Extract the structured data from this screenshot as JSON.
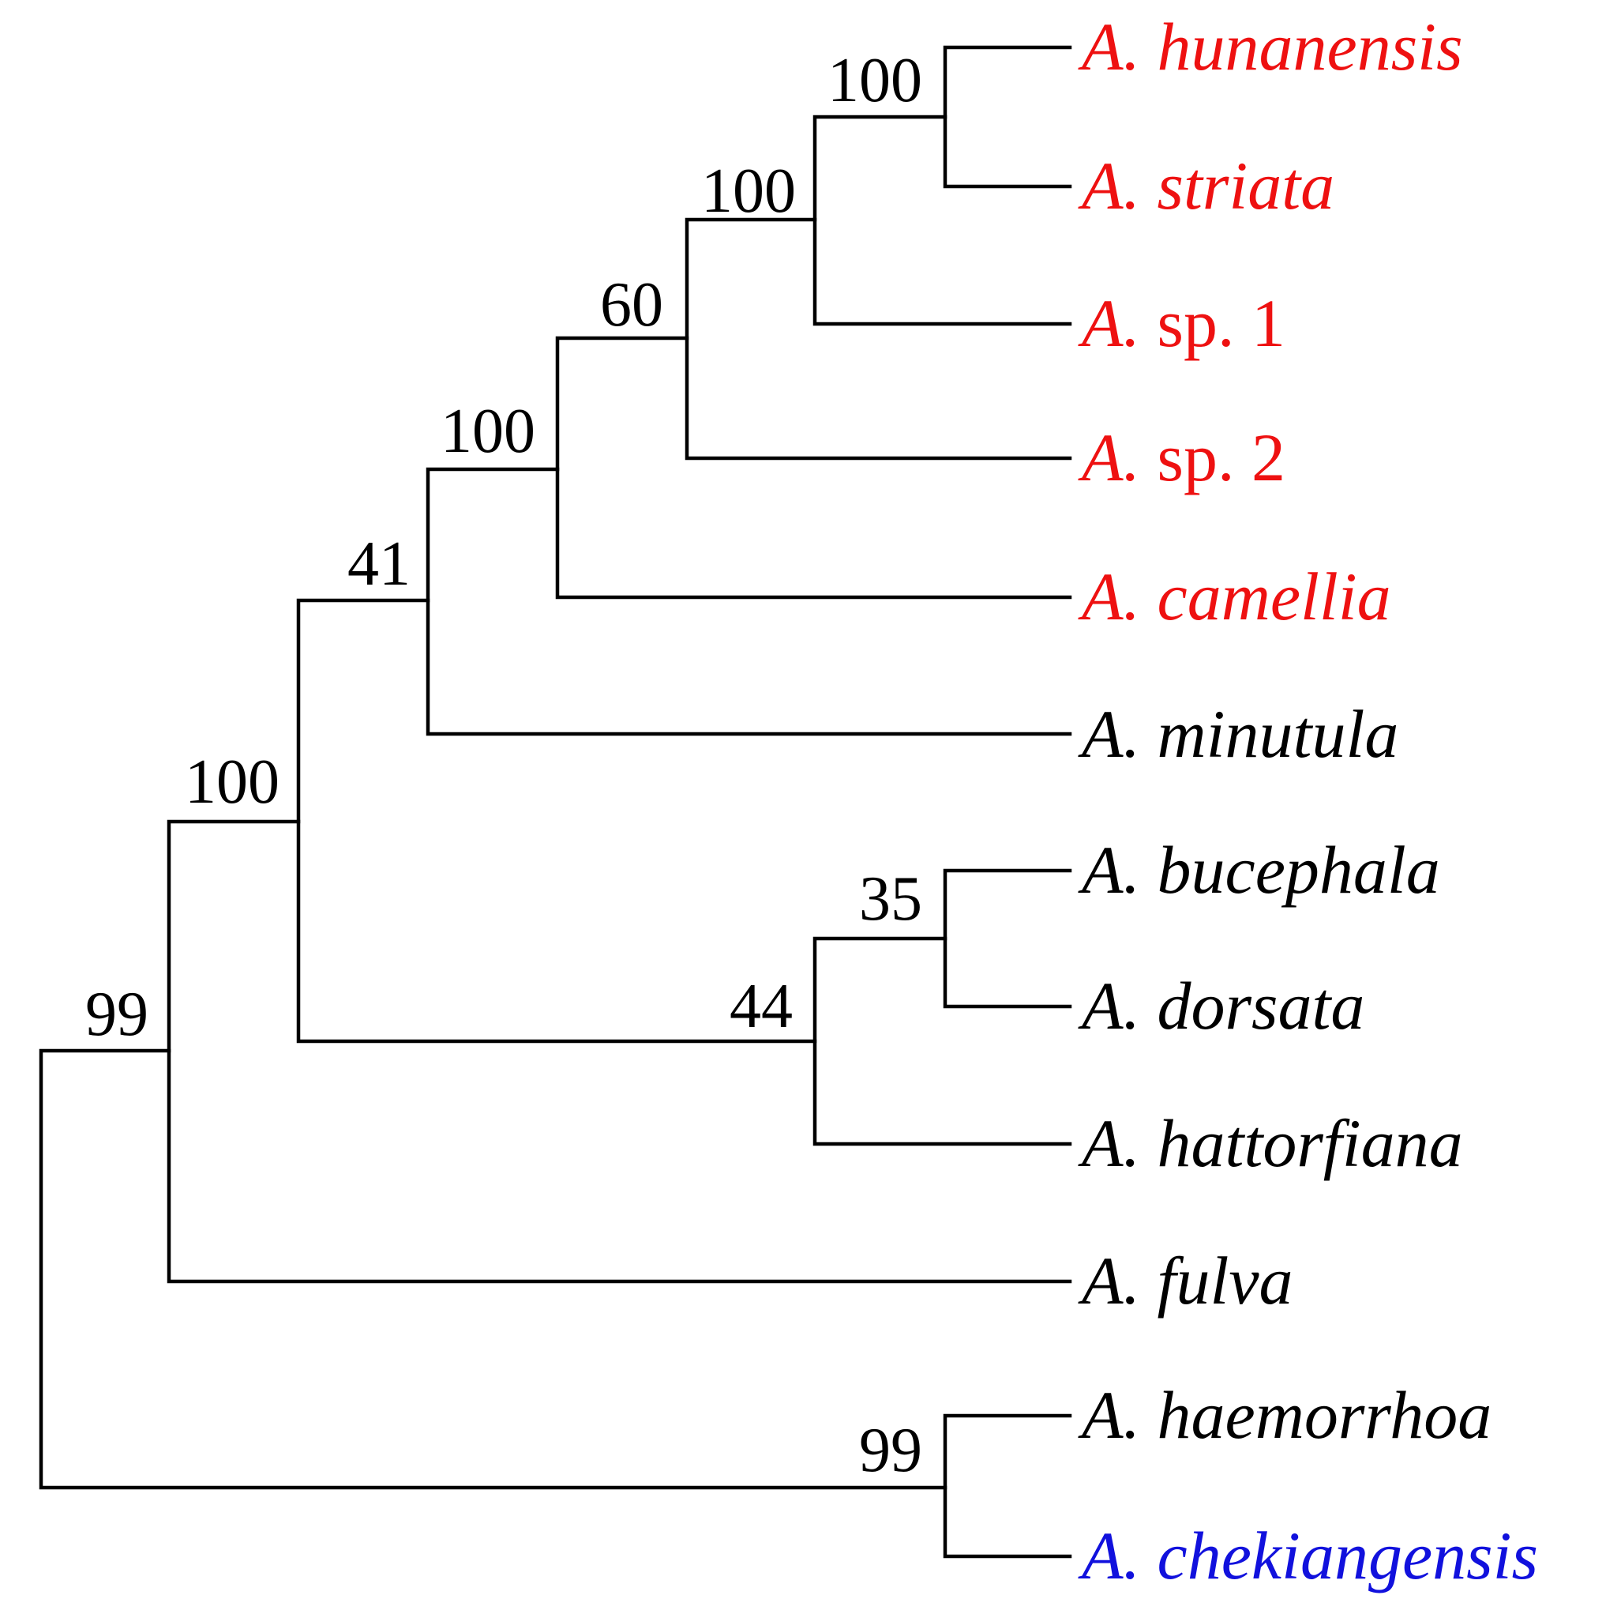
{
  "figure": {
    "colors": {
      "highlight": "#ee1111",
      "outgroup": "#1111dd",
      "default": "#000000"
    }
  },
  "taxa": [
    {
      "genus": "A.",
      "epithet": "hunanensis",
      "italic": true,
      "color": "#ee1111"
    },
    {
      "genus": "A.",
      "epithet": "striata",
      "italic": true,
      "color": "#ee1111"
    },
    {
      "genus": "A.",
      "epithet": "sp. 1",
      "italic": false,
      "color": "#ee1111"
    },
    {
      "genus": "A.",
      "epithet": "sp. 2",
      "italic": false,
      "color": "#ee1111"
    },
    {
      "genus": "A.",
      "epithet": "camellia",
      "italic": true,
      "color": "#ee1111"
    },
    {
      "genus": "A.",
      "epithet": "minutula",
      "italic": true,
      "color": "#000000"
    },
    {
      "genus": "A.",
      "epithet": "bucephala",
      "italic": true,
      "color": "#000000"
    },
    {
      "genus": "A.",
      "epithet": "dorsata",
      "italic": true,
      "color": "#000000"
    },
    {
      "genus": "A.",
      "epithet": "hattorfiana",
      "italic": true,
      "color": "#000000"
    },
    {
      "genus": "A.",
      "epithet": "fulva",
      "italic": true,
      "color": "#000000"
    },
    {
      "genus": "A.",
      "epithet": "haemorrhoa",
      "italic": true,
      "color": "#000000"
    },
    {
      "genus": "A.",
      "epithet": "chekiangensis",
      "italic": true,
      "color": "#1111dd"
    }
  ],
  "support_values": [
    "100",
    "100",
    "60",
    "100",
    "41",
    "35",
    "44",
    "100",
    "99",
    "99"
  ]
}
